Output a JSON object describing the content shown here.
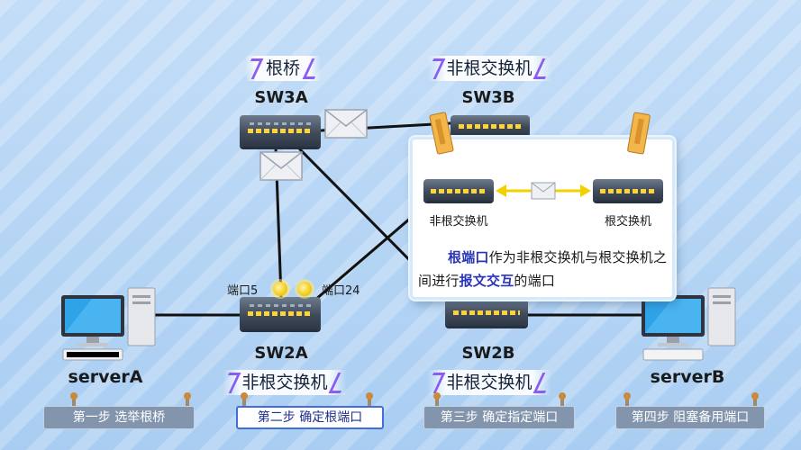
{
  "nodes": {
    "sw3a": {
      "name": "SW3A",
      "role": "根桥"
    },
    "sw3b": {
      "name": "SW3B",
      "role": "非根交换机"
    },
    "sw2a": {
      "name": "SW2A",
      "role": "非根交换机"
    },
    "sw2b": {
      "name": "SW2B",
      "role": "非根交换机"
    },
    "serverA": {
      "name": "serverA"
    },
    "serverB": {
      "name": "serverB"
    }
  },
  "ports": {
    "left": "端口5",
    "right": "端口24"
  },
  "card": {
    "left_label": "非根交换机",
    "right_label": "根交换机",
    "desc_hl1": "根端口",
    "desc_part1": "作为非根交换机与根交换机之间进行",
    "desc_hl2": "报文交互",
    "desc_part2": "的端口"
  },
  "steps": [
    {
      "label": "第一步 选举根桥",
      "active": false
    },
    {
      "label": "第二步 确定根端口",
      "active": true
    },
    {
      "label": "第三步 确定指定端口",
      "active": false
    },
    {
      "label": "第四步 阻塞备用端口",
      "active": false
    }
  ],
  "colors": {
    "highlight": "#2a36b8",
    "active_step_border": "#3e6fdc",
    "led": "#ffd43a",
    "arrow": "#f3d000"
  }
}
